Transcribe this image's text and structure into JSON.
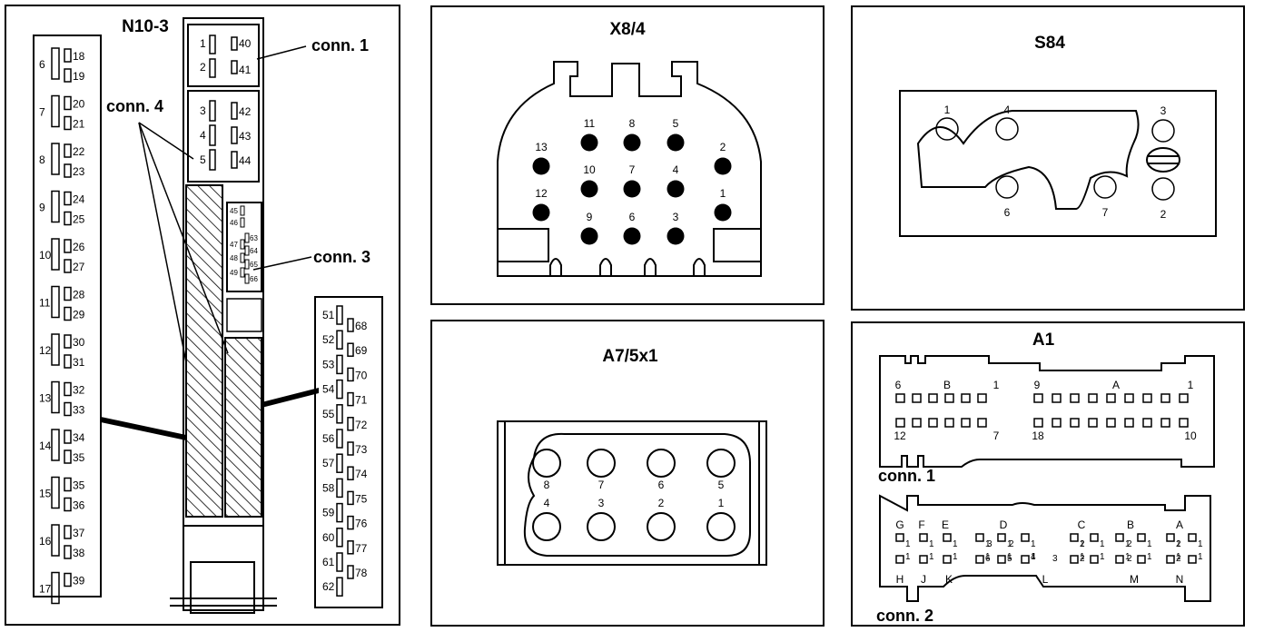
{
  "n10_3": {
    "title": "N10-3",
    "labels": {
      "conn1": "conn. 1",
      "conn3": "conn. 3",
      "conn4": "conn. 4"
    },
    "left_strip_pairs": [
      [
        "6",
        "18",
        "19"
      ],
      [
        "7",
        "20",
        "21"
      ],
      [
        "8",
        "22",
        "23"
      ],
      [
        "9",
        "24",
        "25"
      ],
      [
        "10",
        "26",
        "27"
      ],
      [
        "11",
        "28",
        "29"
      ],
      [
        "12",
        "30",
        "31"
      ],
      [
        "13",
        "32",
        "33"
      ],
      [
        "14",
        "34",
        "35"
      ],
      [
        "15",
        "35",
        "36"
      ],
      [
        "16",
        "37",
        "38"
      ],
      [
        "17",
        "39",
        ""
      ]
    ],
    "conn1_pins": [
      "1",
      "2",
      "40",
      "41"
    ],
    "conn4_pins": [
      "3",
      "4",
      "5",
      "42",
      "43",
      "44"
    ],
    "conn3_pins": [
      "45",
      "46",
      "47",
      "48",
      "49",
      "63",
      "64",
      "65",
      "66"
    ],
    "right_strip_left": [
      "51",
      "52",
      "53",
      "54",
      "55",
      "56",
      "57",
      "58",
      "59",
      "60",
      "61",
      "62"
    ],
    "right_strip_right": [
      "68",
      "69",
      "70",
      "71",
      "72",
      "73",
      "74",
      "75",
      "76",
      "77",
      "78"
    ]
  },
  "x8_4": {
    "title": "X8/4",
    "pins": [
      "11",
      "8",
      "5",
      "13",
      "2",
      "10",
      "7",
      "4",
      "12",
      "1",
      "9",
      "6",
      "3"
    ]
  },
  "s84": {
    "title": "S84",
    "pins": [
      "1",
      "4",
      "3",
      "6",
      "7",
      "2"
    ]
  },
  "a7_5x1": {
    "title": "A7/5x1",
    "top_pins": [
      "8",
      "7",
      "6",
      "5"
    ],
    "bottom_pins": [
      "4",
      "3",
      "2",
      "1"
    ]
  },
  "a1": {
    "title": "A1",
    "conn1_label": "conn. 1",
    "conn2_label": "conn. 2",
    "conn1_top_labels": [
      "6",
      "B",
      "1",
      "9",
      "A",
      "1"
    ],
    "conn1_bottom_labels": [
      "12",
      "7",
      "18",
      "10"
    ],
    "conn2_top_labels": [
      "G",
      "F",
      "E",
      "D",
      "C",
      "B",
      "A"
    ],
    "conn2_bottom_labels": [
      "H",
      "J",
      "K",
      "L",
      "M",
      "N"
    ],
    "conn2_digits": [
      "1",
      "2",
      "3",
      "4",
      "5",
      "6"
    ]
  }
}
